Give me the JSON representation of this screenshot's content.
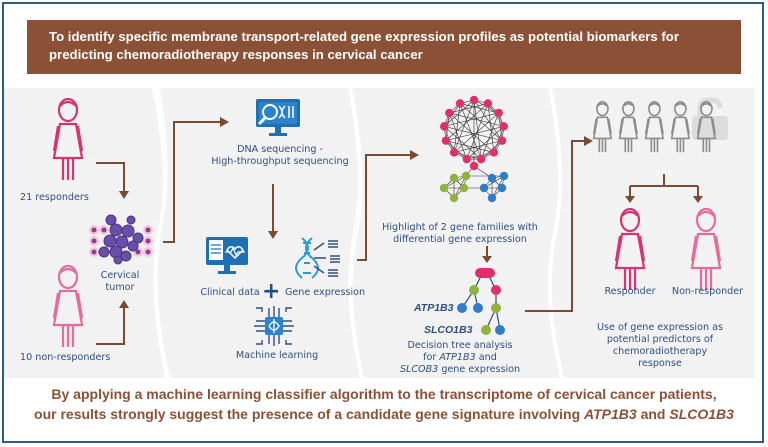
{
  "objective": "To identify specific membrane transport-related gene expression profiles as potential biomarkers for predicting chemoradiotherapy responses in cervical cancer",
  "colors": {
    "banner_bg": "#8b5136",
    "arrow": "#7a4a32",
    "text": "#2f4f80",
    "frame": "#2f5a86",
    "responder": "#d6336f",
    "non_responder": "#e46b9b",
    "node_pink": "#e02f6b",
    "node_green": "#8fb33b",
    "node_blue": "#2f7cc7",
    "icon_blue": "#1f6fb5",
    "neutral_person": "#8c8c8c"
  },
  "panel1": {
    "responders_label": "21 responders",
    "non_responders_label": "10 non-responders",
    "tumor_label_line1": "Cervical",
    "tumor_label_line2": "tumor"
  },
  "panel2": {
    "sequencing_line1": "DNA sequencing -",
    "sequencing_line2": "High-throughput sequencing",
    "clinical_label": "Clinical data",
    "gene_expr_label": "Gene expression",
    "plus": "+",
    "ml_label": "Machine learning"
  },
  "panel3": {
    "network_line1": "Highlight of 2 gene families with",
    "network_line2": "differential gene expression",
    "gene1": "ATP1B3",
    "gene2": "SLCO1B3",
    "tree_line1": "Decision tree analysis",
    "tree_line2_prefix": "for ",
    "tree_line2_gene": "ATP1B3",
    "tree_line2_suffix": " and",
    "tree_line3_gene": "SLCOB3",
    "tree_line3_suffix": " gene expression"
  },
  "panel4": {
    "responder_label": "Responder",
    "non_responder_label": "Non-responder",
    "predictor_line1": "Use of gene expression as",
    "predictor_line2": "potential predictors of",
    "predictor_line3": "chemoradiotherapy",
    "predictor_line4": "response"
  },
  "conclusion": {
    "line1": "By applying a machine learning classifier algorithm to the transcriptome of cervical cancer patients,",
    "line2_prefix": "our results strongly suggest the presence of a candidate gene signature involving ",
    "gene1": "ATP1B3",
    "joiner": " and ",
    "gene2": "SLCO1B3"
  }
}
